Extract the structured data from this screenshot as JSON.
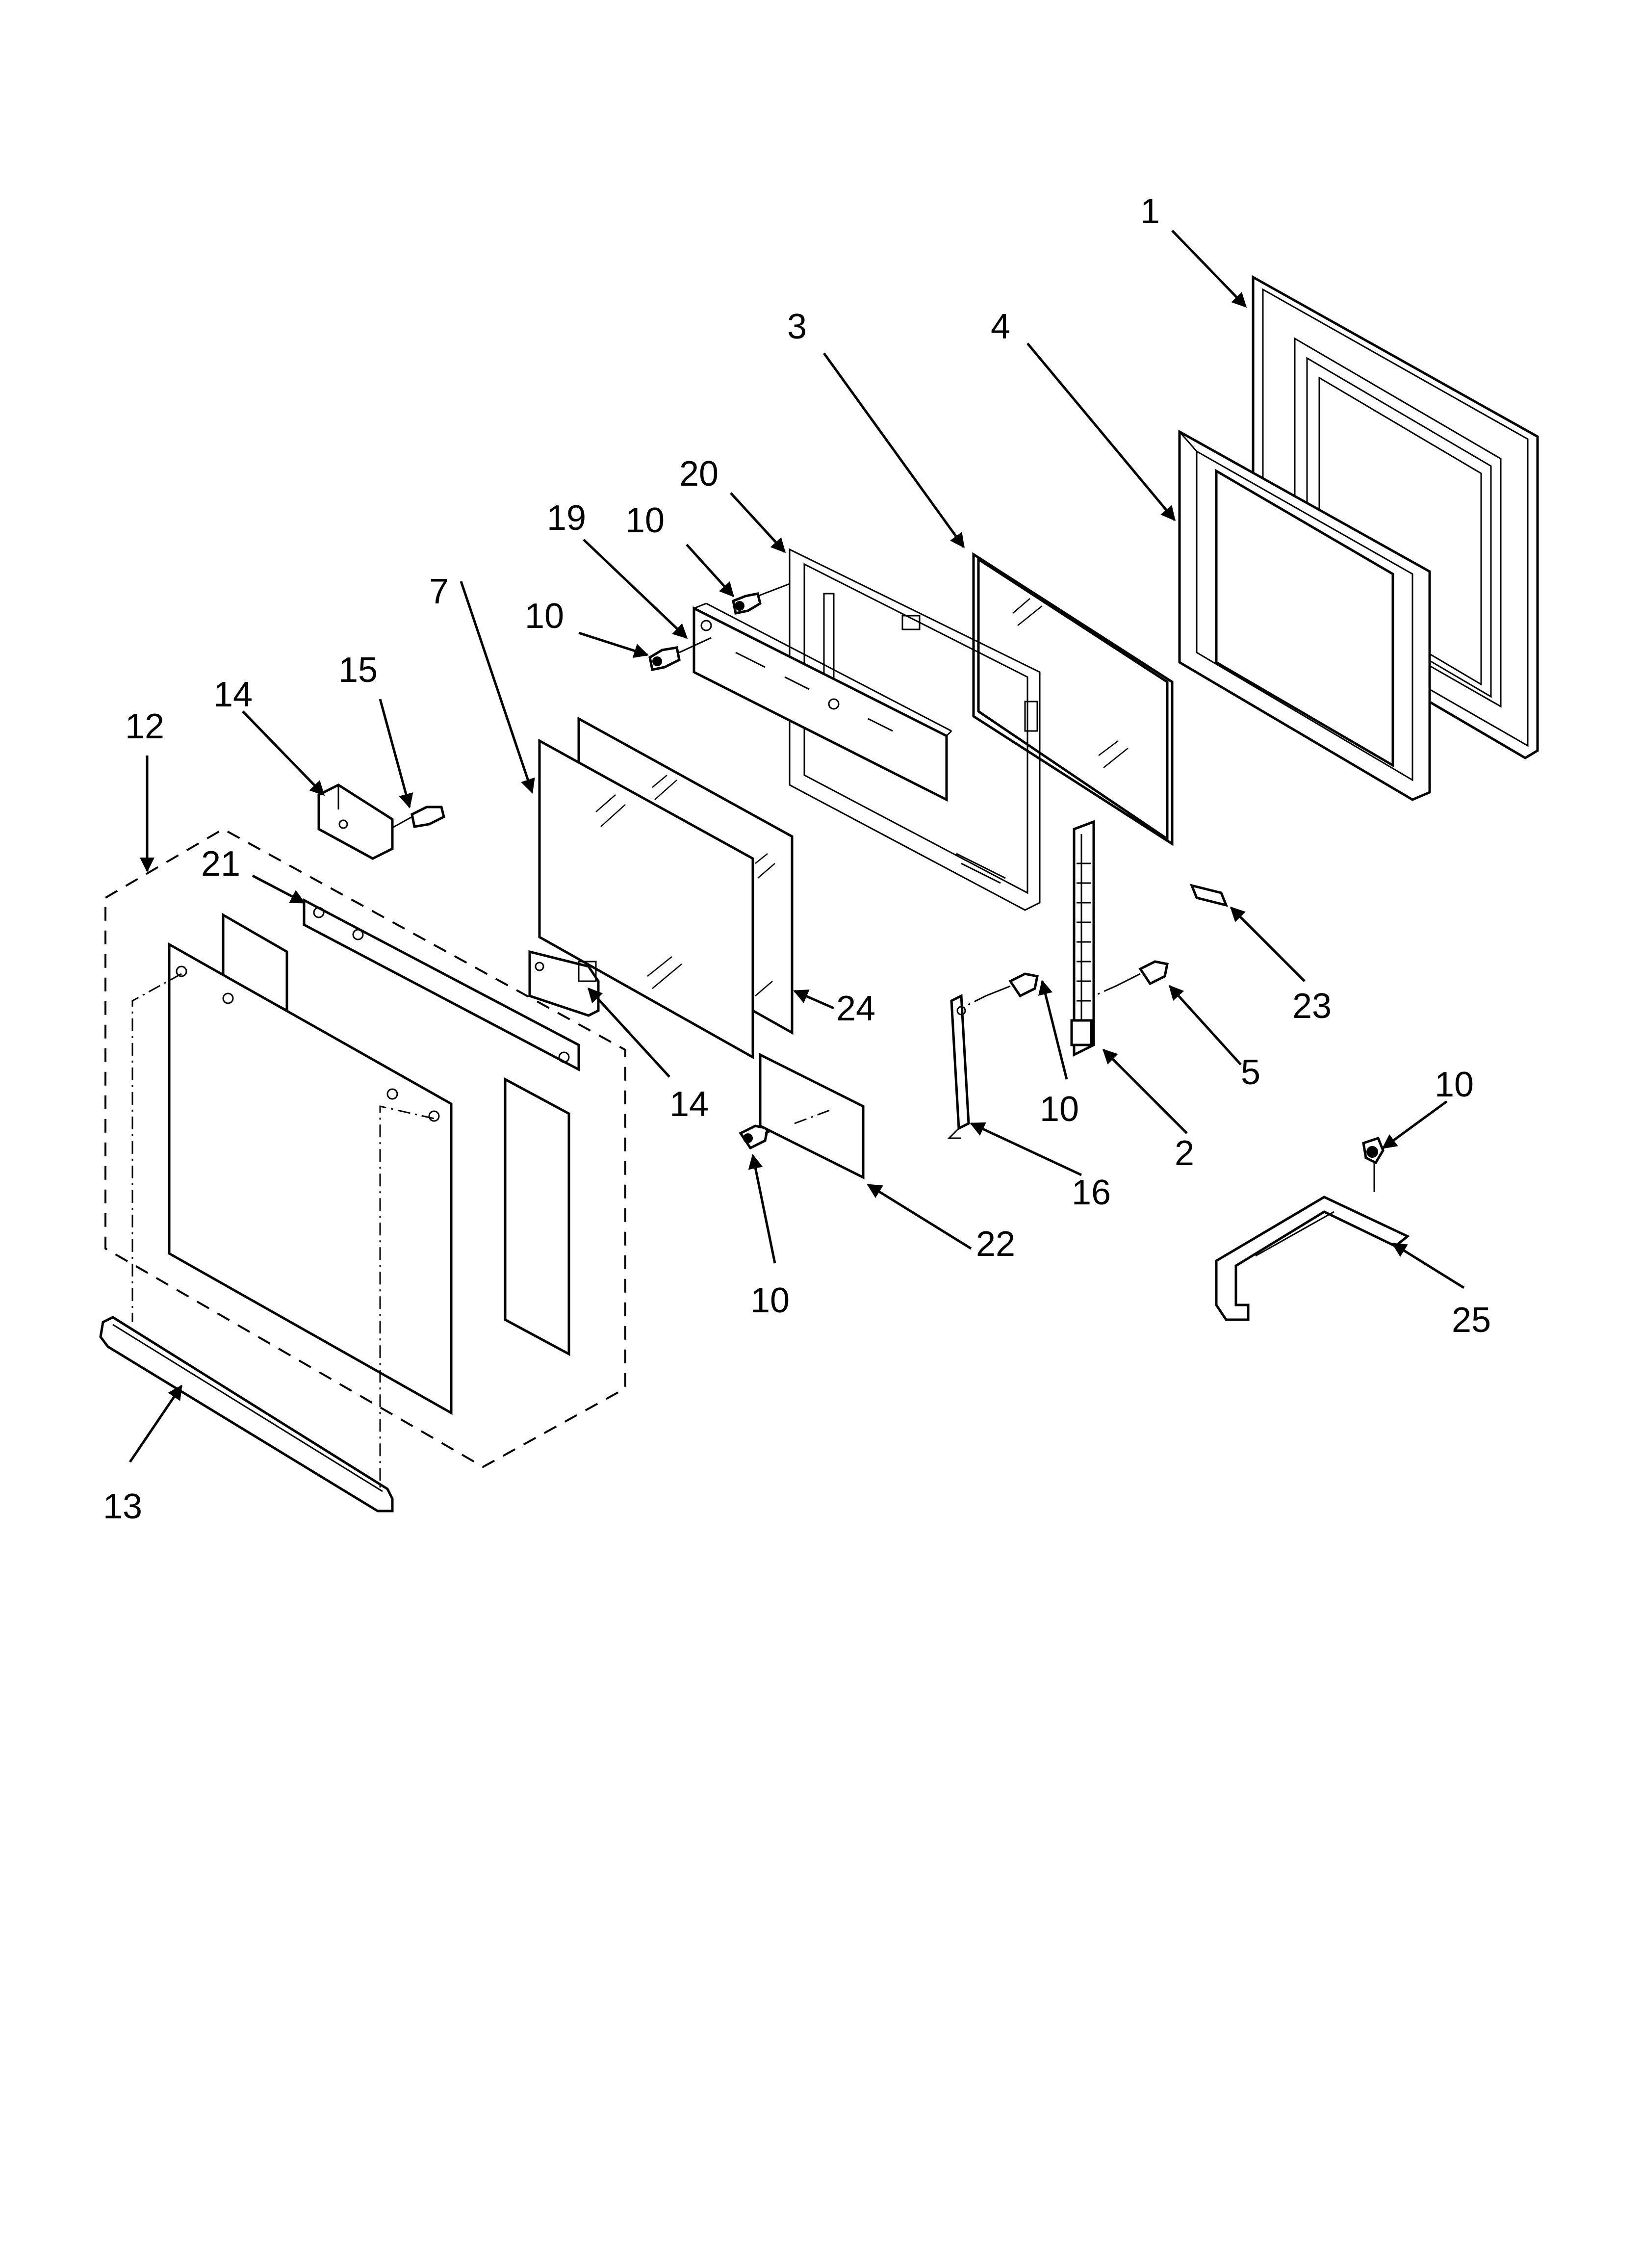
{
  "callouts": {
    "c1": "1",
    "c2": "2",
    "c3": "3",
    "c4": "4",
    "c5": "5",
    "c7": "7",
    "c10a": "10",
    "c10b": "10",
    "c10c": "10",
    "c10d": "10",
    "c10e": "10",
    "c12": "12",
    "c13": "13",
    "c14a": "14",
    "c14b": "14",
    "c15": "15",
    "c16": "16",
    "c19": "19",
    "c20": "20",
    "c21": "21",
    "c22": "22",
    "c23": "23",
    "c24": "24",
    "c25": "25"
  },
  "colors": {
    "ink": "#000000",
    "background": "#ffffff"
  }
}
